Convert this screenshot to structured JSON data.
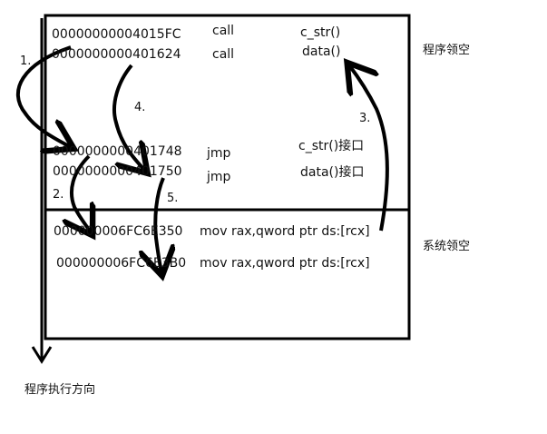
{
  "regions": {
    "user_space": "程序领空",
    "system_space": "系统领空"
  },
  "rows": [
    {
      "address": "00000000004015FC",
      "instruction": "call",
      "target": "c_str()"
    },
    {
      "address": "0000000000401624",
      "instruction": "call",
      "target": "data()"
    },
    {
      "address": "0000000000401748",
      "instruction": "jmp",
      "target": "c_str()接口"
    },
    {
      "address": "0000000000401750",
      "instruction": "jmp",
      "target": "data()接口"
    },
    {
      "address": "000000006FC6E350",
      "instruction": "mov rax,qword ptr ds:[rcx]"
    },
    {
      "address": "000000006FC6E3B0",
      "instruction": "mov rax,qword ptr ds:[rcx]"
    }
  ],
  "steps": [
    "1.",
    "2.",
    "3.",
    "4.",
    "5."
  ],
  "direction_label": "程序执行方向"
}
